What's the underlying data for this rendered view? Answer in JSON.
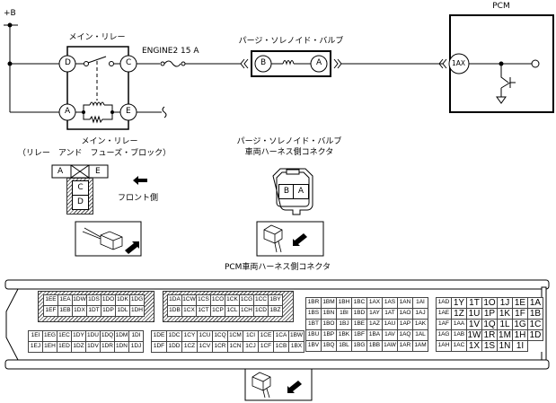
{
  "circuit": {
    "supply_label": "+B",
    "main_relay": {
      "title": "メイン・リレー",
      "terminals": [
        "D",
        "C",
        "A",
        "E"
      ]
    },
    "fuse_label": "ENGINE2 15 A",
    "purge_valve": {
      "title": "パージ・ソレノイド・バルブ",
      "terminals": [
        "B",
        "A"
      ]
    },
    "pcm": {
      "title": "PCM",
      "terminal": "1AX"
    }
  },
  "connectors": {
    "relay_view": {
      "title_line1": "メイン・リレー",
      "title_line2": "（リレー　アンド　フューズ・ブロック）",
      "top_row": [
        "A",
        "E"
      ],
      "column": [
        "C",
        "D"
      ],
      "front_label": "フロント側"
    },
    "purge_view": {
      "title_line1": "パージ・ソレノイド・バルブ",
      "title_line2": "車両ハーネス側コネクタ",
      "pins": [
        "B",
        "A"
      ]
    },
    "pcm_view": {
      "title": "PCM車両ハーネス側コネクタ",
      "block1_top": [
        [
          "1EE",
          "1EA",
          "1DW",
          "1DS",
          "1DO",
          "1DK",
          "1DG"
        ],
        [
          "1EF",
          "1EB",
          "1DX",
          "1DT",
          "1DP",
          "1DL",
          "1DH"
        ]
      ],
      "block1_bottom": [
        [
          "1EI",
          "1EG",
          "1EC",
          "1DY",
          "1DU",
          "1DQ",
          "1DM",
          "1DI"
        ],
        [
          "1EJ",
          "1EH",
          "1ED",
          "1DZ",
          "1DV",
          "1DR",
          "1DN",
          "1DJ"
        ]
      ],
      "block2_top": [
        [
          "1DA",
          "1CW",
          "1CS",
          "1CO",
          "1CK",
          "1CG",
          "1CC",
          "1BY"
        ],
        [
          "1DB",
          "1CX",
          "1CT",
          "1CP",
          "1CL",
          "1CH",
          "1CD",
          "1BZ"
        ]
      ],
      "block2_bottom": [
        [
          "1DE",
          "1DC",
          "1CY",
          "1CU",
          "1CQ",
          "1CM",
          "1CI",
          "1CE",
          "1CA",
          "1BW"
        ],
        [
          "1DF",
          "1DD",
          "1CZ",
          "1CV",
          "1CR",
          "1CN",
          "1CJ",
          "1CF",
          "1CB",
          "1BX"
        ]
      ],
      "block3": [
        [
          "1BR",
          "1BM",
          "1BH",
          "1BC",
          "1AX",
          "1AS",
          "1AN",
          "1AI"
        ],
        [
          "1BS",
          "1BN",
          "1BI",
          "1BD",
          "1AY",
          "1AT",
          "1AO",
          "1AJ"
        ],
        [
          "1BT",
          "1BO",
          "1BJ",
          "1BE",
          "1AZ",
          "1AU",
          "1AP",
          "1AK"
        ],
        [
          "1BU",
          "1BP",
          "1BK",
          "1BF",
          "1BA",
          "1AV",
          "1AQ",
          "1AL"
        ],
        [
          "1BV",
          "1BQ",
          "1BL",
          "1BG",
          "1BB",
          "1AW",
          "1AR",
          "1AM"
        ]
      ],
      "block4": [
        [
          "1AD",
          "1Y",
          "1T",
          "1O",
          "1J",
          "1E",
          "1A"
        ],
        [
          "1AE",
          "1Z",
          "1U",
          "1P",
          "1K",
          "1F",
          "1B"
        ],
        [
          "1AF",
          "1AA",
          "1V",
          "1Q",
          "1L",
          "1G",
          "1C"
        ],
        [
          "1AG",
          "1AB",
          "1W",
          "1R",
          "1M",
          "1H",
          "1D"
        ],
        [
          "1AH",
          "1AC",
          "1X",
          "1S",
          "1N",
          "1I",
          ""
        ]
      ]
    }
  }
}
